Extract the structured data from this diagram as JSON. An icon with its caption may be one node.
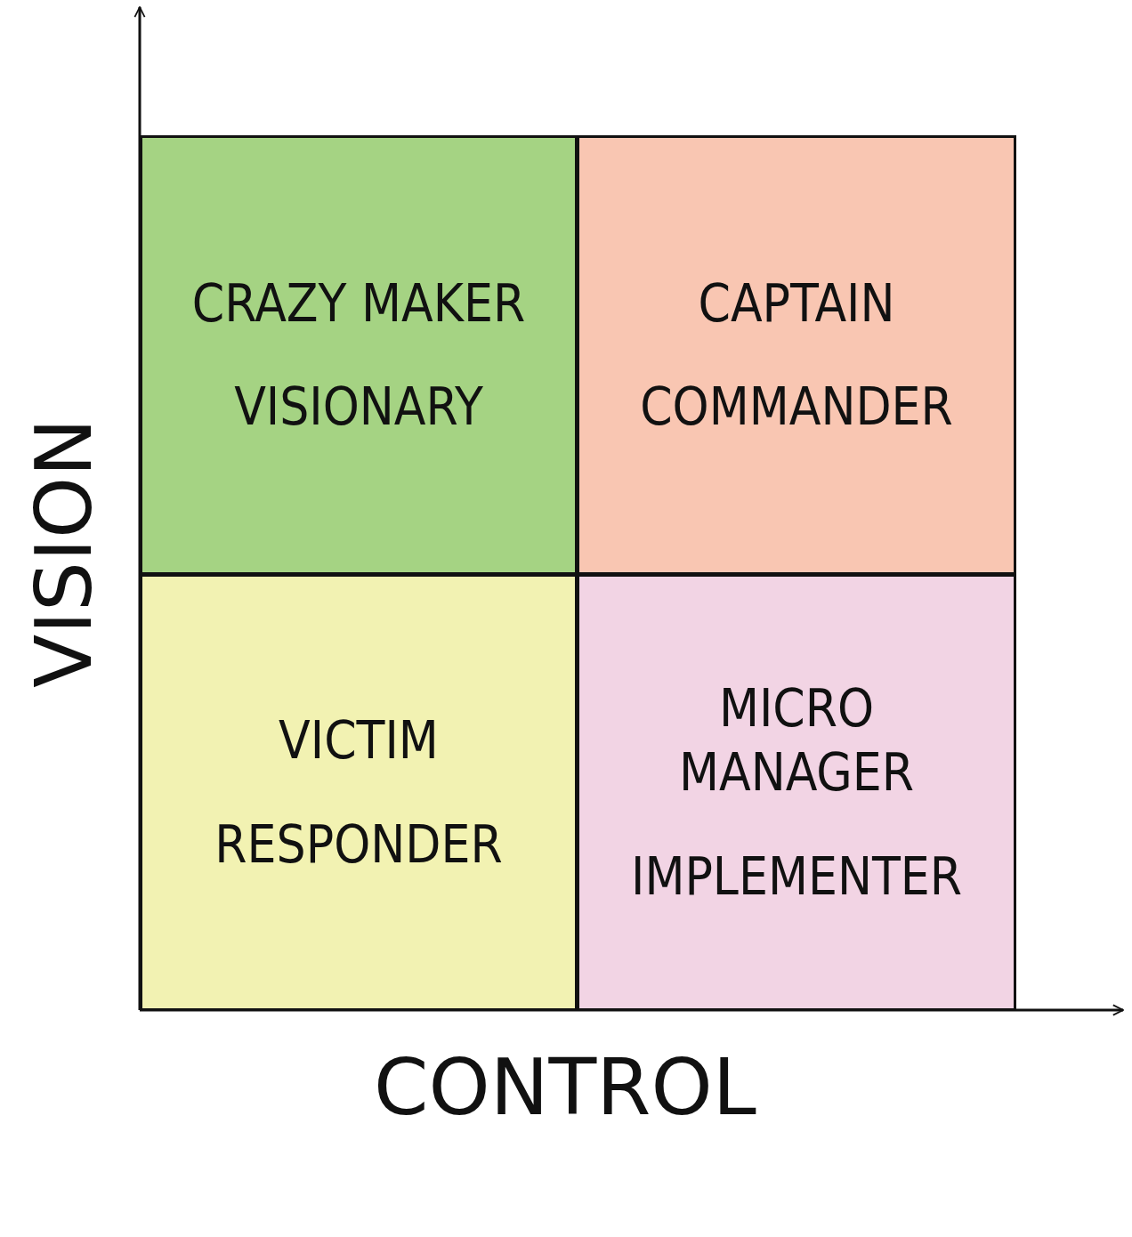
{
  "diagram": {
    "nodes": [
      {
        "text": [
          "CRAZY MAKER",
          "VISIONARY"
        ]
      },
      {
        "text": [
          "CAPTAIN",
          "COMMANDER"
        ]
      },
      {
        "text": [
          "VICTIM",
          "RESPONDER"
        ]
      },
      {
        "text": [
          "MICRO MANAGER",
          "IMPLEMENTER"
        ]
      }
    ],
    "labels": [
      "VISION",
      "CONTROL"
    ]
  }
}
